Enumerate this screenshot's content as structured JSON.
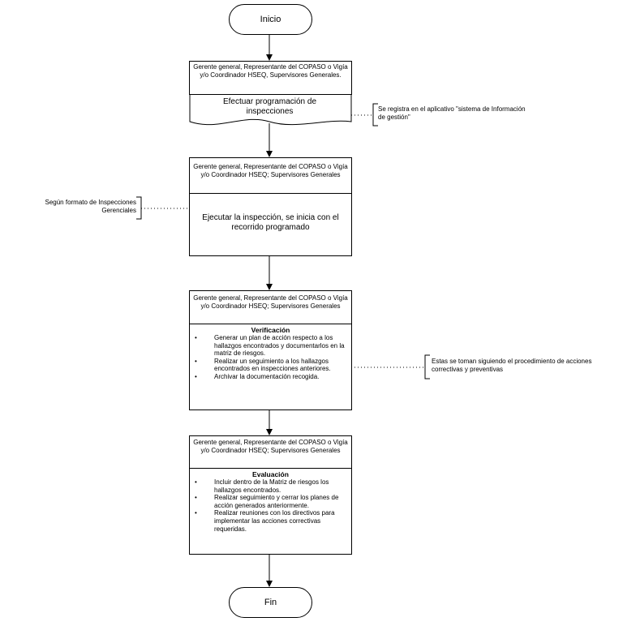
{
  "start": "Inicio",
  "end": "Fin",
  "steps": [
    {
      "role": "Gerente general, Representante del COPASO o Vigía y/o Coordinador HSEQ, Supervisores Generales.",
      "task": "Efectuar programación de inspecciones"
    },
    {
      "role": "Gerente general, Representante del COPASO o Vigía y/o Coordinador HSEQ; Supervisores Generales",
      "task": "Ejecutar la inspección, se inicia con el recorrido programado"
    },
    {
      "role": "Gerente general, Representante del COPASO o Vigía y/o Coordinador HSEQ; Supervisores Generales",
      "title": "Verificación",
      "items": [
        "Generar un plan de acción respecto a los hallazgos encontrados y documentarlos en la matriz de riesgos.",
        "Realizar un seguimiento a los hallazgos encontrados en inspecciones anteriores.",
        "Archivar la documentación recogida."
      ]
    },
    {
      "role": "Gerente general, Representante del COPASO o Vigía y/o Coordinador HSEQ; Supervisores Generales",
      "title": "Evaluación",
      "items": [
        "Incluir dentro de la Matriz de riesgos los hallazgos encontrados.",
        "Realizar seguimiento y cerrar los planes de acción generados anteriormente.",
        "Realizar reuniones con los directivos para implementar las acciones correctivas requeridas."
      ]
    }
  ],
  "notes": {
    "n1": "Se registra en el aplicativo \"sistema de Información de gestión\"",
    "n2": "Según formato de Inspecciones Gerenciales",
    "n3": "Estas se toman siguiendo el procedimiento de acciones correctivas y preventivas"
  }
}
